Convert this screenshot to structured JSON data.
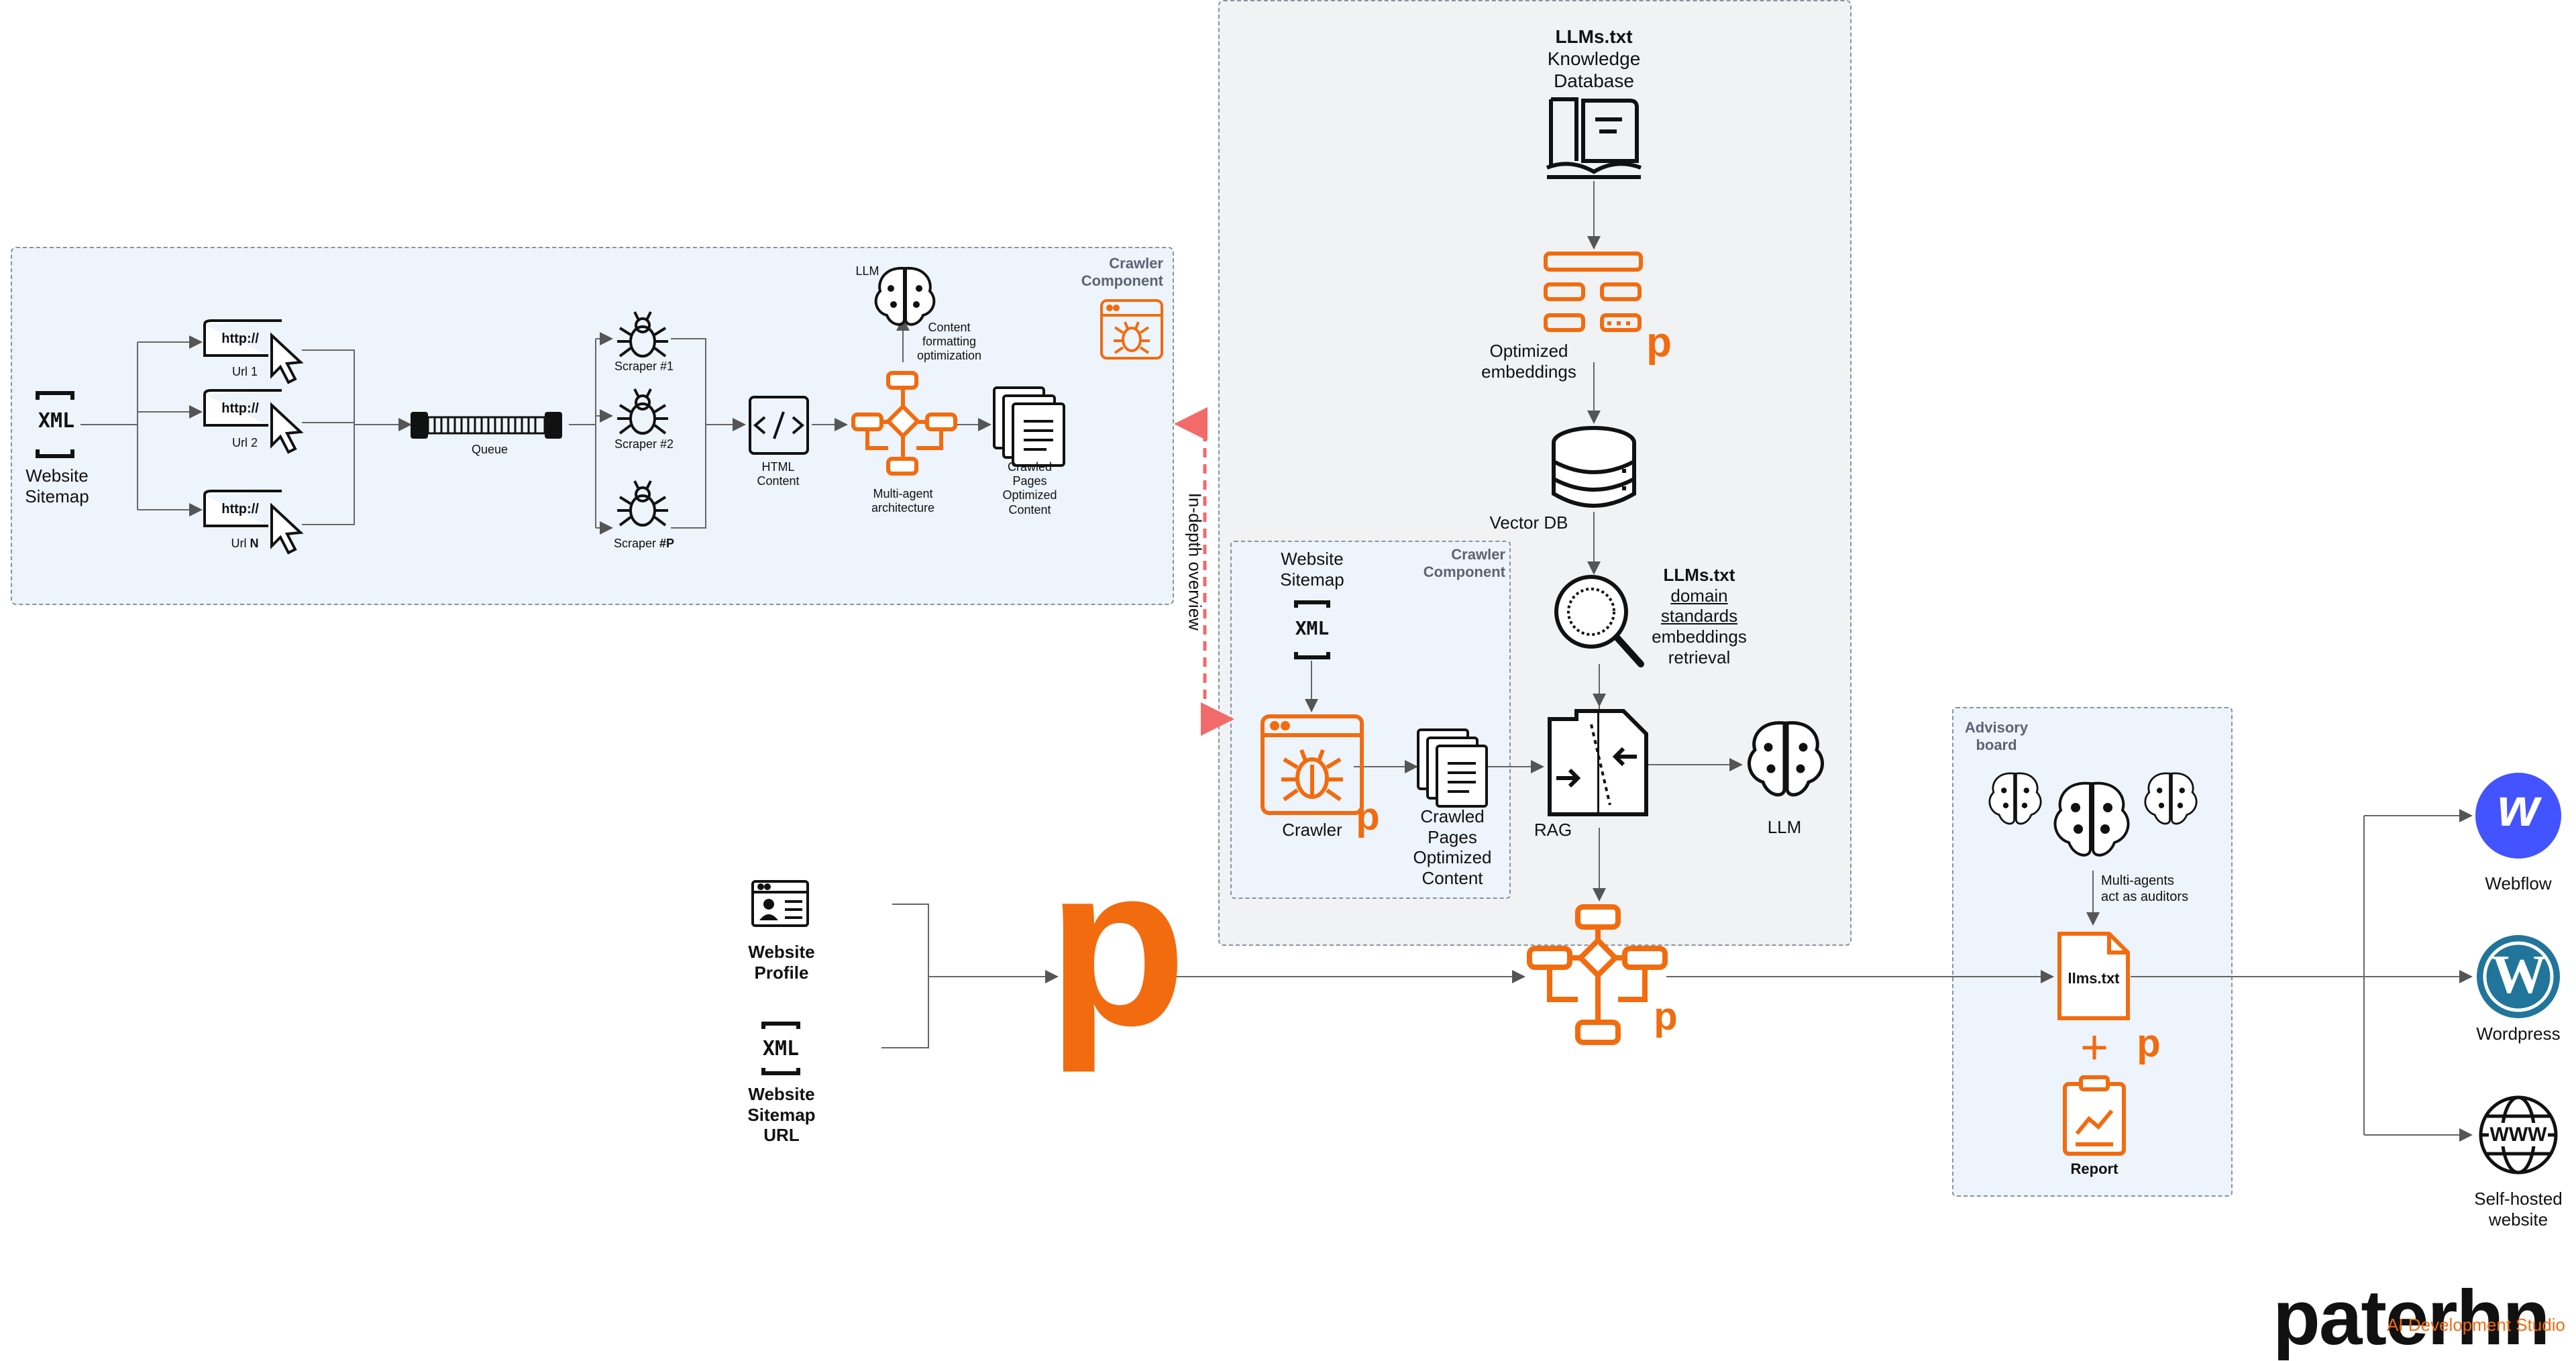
{
  "crawler_panel": {
    "title_line1": "Crawler",
    "title_line2": "Component",
    "website_sitemap_line1": "Website",
    "website_sitemap_line2": "Sitemap",
    "xml_icon_text": "XML",
    "url_icon_text": "http://",
    "url1": "Url 1",
    "url2": "Url 2",
    "urlN_prefix": "Url ",
    "urlN_bold": "N",
    "queue": "Queue",
    "scraper1": "Scraper #1",
    "scraper2": "Scraper #2",
    "scraperP_prefix": "Scraper ",
    "scraperP_bold": "#P",
    "html_line1": "HTML",
    "html_line2": "Content",
    "llm": "LLM",
    "content_fmt_line1": "Content",
    "content_fmt_line2": "formatting",
    "content_fmt_line3": "optimization",
    "multiagent_line1": "Multi-agent",
    "multiagent_line2": "architecture",
    "crawled_line1": "Crawled",
    "crawled_line2": "Pages",
    "crawled_line3": "Optimized",
    "crawled_line4": "Content"
  },
  "in_depth": "In-depth overview",
  "rag_panel": {
    "kb_title": "LLMs.txt",
    "kb_line2": "Knowledge",
    "kb_line3": "Database",
    "optimized_line1": "Optimized",
    "optimized_line2": "embeddings",
    "vector_db": "Vector DB",
    "retrieval_title": "LLMs.txt",
    "retrieval_line2": "domain",
    "retrieval_line3": "standards",
    "retrieval_line4": "embeddings",
    "retrieval_line5": "retrieval",
    "rag": "RAG",
    "llm": "LLM",
    "inner_title_line1": "Crawler",
    "inner_title_line2": "Component",
    "inner_sitemap_line1": "Website",
    "inner_sitemap_line2": "Sitemap",
    "inner_xml_text": "XML",
    "crawler": "Crawler",
    "inner_crawled_line1": "Crawled",
    "inner_crawled_line2": "Pages",
    "inner_crawled_line3": "Optimized",
    "inner_crawled_line4": "Content"
  },
  "inputs": {
    "profile_line1": "Website",
    "profile_line2": "Profile",
    "sitemap_line1": "Website",
    "sitemap_line2": "Sitemap",
    "sitemap_line3": "URL",
    "xml_icon_text": "XML"
  },
  "brand_letter": "p",
  "advisory": {
    "title_line1": "Advisory",
    "title_line2": "board",
    "multi_line1": "Multi-agents",
    "multi_line2": "act as auditors",
    "llms_file": "llms.txt",
    "plus": "+",
    "report": "Report"
  },
  "outputs": {
    "webflow": "Webflow",
    "webflow_logo_letter": "w",
    "wordpress": "Wordpress",
    "wordpress_logo_letter": "W",
    "selfhosted_line1": "Self-hosted",
    "selfhosted_line2": "website",
    "www_text": "WWW"
  },
  "footer": {
    "brand_name": "paterhn",
    "tagline": "AI Development Studio"
  },
  "colors": {
    "orange": "#F26B0F",
    "panel_blue": "#EDF4FC",
    "panel_grey": "#F1F2F4",
    "webflow_blue": "#4353FF",
    "wordpress_blue": "#21759B",
    "dashed_red": "#F26A6A"
  }
}
